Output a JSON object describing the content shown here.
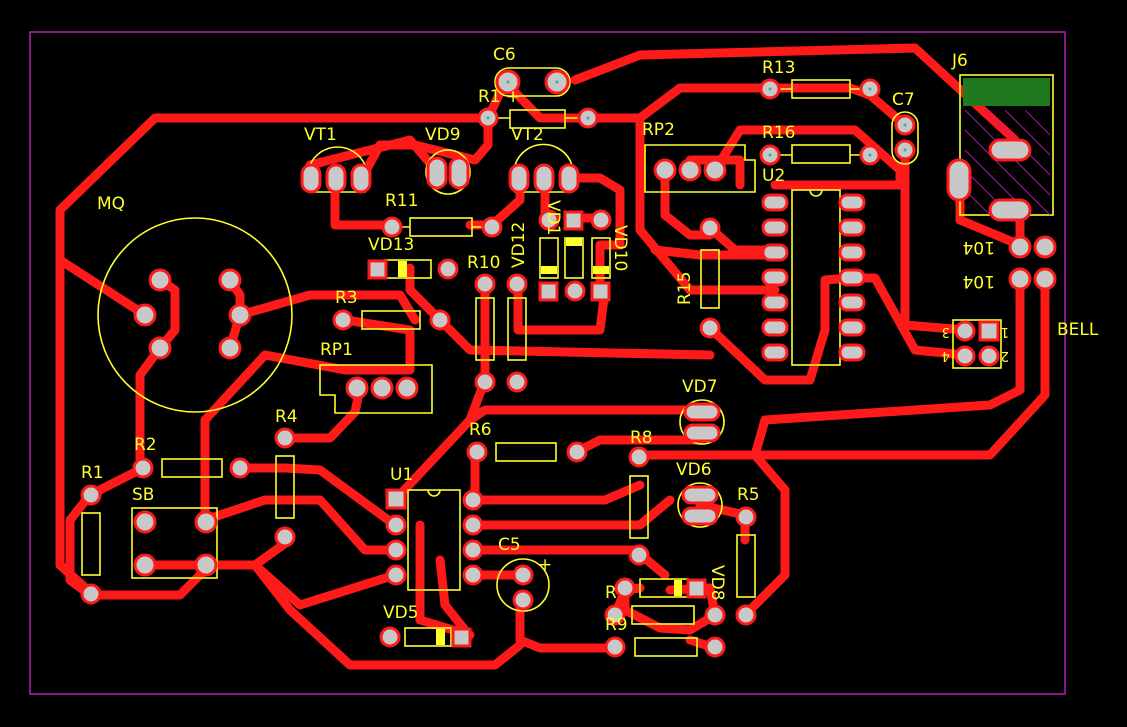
{
  "board": {
    "outline_color": "#b21fb2",
    "trace_color": "#ff1a1a",
    "silkscreen_color": "#ffff2a",
    "pad_color": "#c8c8c8"
  },
  "labels": {
    "C6": "C6",
    "R14": "R1",
    "R13": "R13",
    "J6": "J6",
    "C7": "C7",
    "VT1": "VT1",
    "VD9": "VD9",
    "VT2": "VT2",
    "RP2": "RP2",
    "R16": "R16",
    "U2": "U2",
    "MQ": "MQ",
    "R11": "R11",
    "VD13": "VD13",
    "VD12": "VD12",
    "VD11": "VD1",
    "R10": "R10",
    "VD10": "VD10",
    "R15": "R15",
    "J6_pin_a": "104",
    "J6_pin_b": "104",
    "BELL": "BELL",
    "BELL_p1": "1",
    "BELL_p2": "2",
    "BELL_p3": "3",
    "BELL_p4": "4",
    "R3": "R3",
    "RP1": "RP1",
    "VD7": "VD7",
    "R4": "R4",
    "R2": "R2",
    "R6": "R6",
    "R8": "R8",
    "R1": "R1",
    "SB": "SB",
    "U1": "U1",
    "VD6": "VD6",
    "R5": "R5",
    "C5": "C5",
    "VD8": "VD8",
    "R7": "R",
    "R9": "R9",
    "VD5": "VD5"
  }
}
